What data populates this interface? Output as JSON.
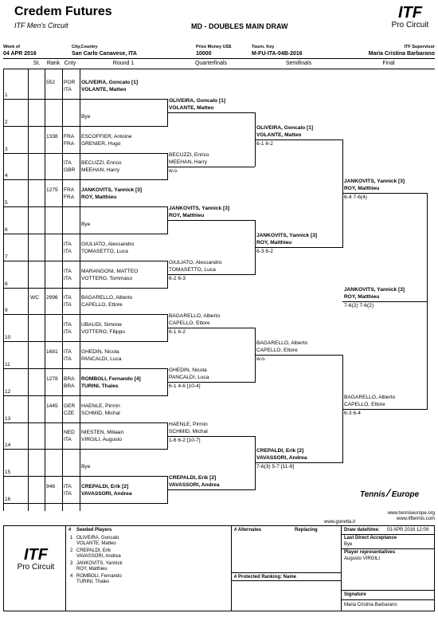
{
  "header": {
    "title": "Credem Futures",
    "subtitle": "ITF Men's Circuit",
    "draw_name": "MD - DOUBLES MAIN DRAW",
    "logo_itf": "ITF",
    "logo_pc": "Pro Circuit",
    "week_label": "Week of",
    "week": "04 APR 2016",
    "city_label": "City,Country",
    "city": "San Carlo Canavese, ITA",
    "prize_label": "Prize Money US$",
    "prize": "10000",
    "key_label": "Tourn. Key",
    "key": "M-FU-ITA-04B-2016",
    "sup_label": "ITF Supervisor",
    "sup": "Maria Cristina Barbarano"
  },
  "columns": {
    "st": "St.",
    "rank": "Rank",
    "cnty": "Cnty",
    "r1": "Round 1",
    "qf": "Quarterfinals",
    "sf": "Semifinals",
    "f": "Final"
  },
  "entries": [
    {
      "line": "1",
      "st": "",
      "rank": "552",
      "c1": "POR",
      "c2": "ITA",
      "p1": "OLIVEIRA, Goncalo [1]",
      "p2": "VOLANTE, Matteo",
      "bold": true
    },
    {
      "line": "2",
      "st": "",
      "rank": "",
      "c1": "",
      "c2": "",
      "p1": "",
      "p2": "Bye",
      "bold": false
    },
    {
      "line": "3",
      "st": "",
      "rank": "1338",
      "c1": "FRA",
      "c2": "FRA",
      "p1": "ESCOFFIER, Antoine",
      "p2": "GRENIER, Hugo",
      "bold": false
    },
    {
      "line": "4",
      "st": "",
      "rank": "",
      "c1": "ITA",
      "c2": "GBR",
      "p1": "BECUZZI, Enrico",
      "p2": "MEEHAN, Harry",
      "bold": false
    },
    {
      "line": "5",
      "st": "",
      "rank": "1275",
      "c1": "FRA",
      "c2": "FRA",
      "p1": "JANKOVITS, Yannick [3]",
      "p2": "ROY, Matthieu",
      "bold": true
    },
    {
      "line": "6",
      "st": "",
      "rank": "",
      "c1": "",
      "c2": "",
      "p1": "",
      "p2": "Bye",
      "bold": false
    },
    {
      "line": "7",
      "st": "",
      "rank": "",
      "c1": "ITA",
      "c2": "ITA",
      "p1": "GIULIATO, Alessandro",
      "p2": "TOMASETTO, Luca",
      "bold": false
    },
    {
      "line": "8",
      "st": "",
      "rank": "",
      "c1": "ITA",
      "c2": "ITA",
      "p1": "MARANGONI, MATTEO",
      "p2": "VOTTERO, Tommaso",
      "bold": false
    },
    {
      "line": "9",
      "st": "WC",
      "rank": "2996",
      "c1": "ITA",
      "c2": "ITA",
      "p1": "BAGARELLO, Alberto",
      "p2": "CAPELLO, Ettore",
      "bold": false
    },
    {
      "line": "10",
      "st": "",
      "rank": "",
      "c1": "ITA",
      "c2": "ITA",
      "p1": "UBAUDI, Simone",
      "p2": "VOTTERO, Filippo",
      "bold": false
    },
    {
      "line": "11",
      "st": "",
      "rank": "1681",
      "c1": "ITA",
      "c2": "ITA",
      "p1": "GHEDIN, Nicola",
      "p2": "PANCALDI, Luca",
      "bold": false
    },
    {
      "line": "12",
      "st": "",
      "rank": "1278",
      "c1": "BRA",
      "c2": "BRA",
      "p1": "ROMBOLI, Fernando [4]",
      "p2": "TURINI, Thales",
      "bold": true
    },
    {
      "line": "13",
      "st": "",
      "rank": "1445",
      "c1": "GER",
      "c2": "CZE",
      "p1": "HAENLE, Pirmin",
      "p2": "SCHMID, Michal",
      "bold": false
    },
    {
      "line": "14",
      "st": "",
      "rank": "",
      "c1": "NED",
      "c2": "ITA",
      "p1": "NIESTEN, Miliaan",
      "p2": "VIRGILI, Augusto",
      "bold": false
    },
    {
      "line": "15",
      "st": "",
      "rank": "",
      "c1": "",
      "c2": "",
      "p1": "",
      "p2": "Bye",
      "bold": false
    },
    {
      "line": "16",
      "st": "",
      "rank": "948",
      "c1": "ITA",
      "c2": "ITA",
      "p1": "CREPALDI, Erik [2]",
      "p2": "VAVASSORI, Andrea",
      "bold": true
    }
  ],
  "qf": [
    {
      "p1": "OLIVEIRA, Goncalo [1]",
      "p2": "VOLANTE, Matteo",
      "score": "",
      "bold": true
    },
    {
      "p1": "BECUZZI, Enrico",
      "p2": "MEEHAN, Harry",
      "score": "w.o.",
      "bold": false
    },
    {
      "p1": "JANKOVITS, Yannick [3]",
      "p2": "ROY, Matthieu",
      "score": "",
      "bold": true
    },
    {
      "p1": "GIULIATO, Alessandro",
      "p2": "TOMASETTO, Luca",
      "score": "6-2 6-3",
      "bold": false
    },
    {
      "p1": "BAGARELLO, Alberto",
      "p2": "CAPELLO, Ettore",
      "score": "6-1 6-2",
      "bold": false
    },
    {
      "p1": "GHEDIN, Nicola",
      "p2": "PANCALDI, Luca",
      "score": "6-1 4-6 [10-4]",
      "bold": false
    },
    {
      "p1": "HAENLE, Pirmin",
      "p2": "SCHMID, Michal",
      "score": "1-6 6-2 [10-7]",
      "bold": false
    },
    {
      "p1": "CREPALDI, Erik [2]",
      "p2": "VAVASSORI, Andrea",
      "score": "",
      "bold": true
    }
  ],
  "sf": [
    {
      "p1": "OLIVEIRA, Goncalo [1]",
      "p2": "VOLANTE, Matteo",
      "score": "6-1 6-2",
      "bold": true
    },
    {
      "p1": "JANKOVITS, Yannick [3]",
      "p2": "ROY, Matthieu",
      "score": "6-3 6-2",
      "bold": true
    },
    {
      "p1": "BAGARELLO, Alberto",
      "p2": "CAPELLO, Ettore",
      "score": "w.o.",
      "bold": false
    },
    {
      "p1": "CREPALDI, Erik [2]",
      "p2": "VAVASSORI, Andrea",
      "score": "7-6(3) 5-7 [11-9]",
      "bold": true
    }
  ],
  "final": [
    {
      "p1": "JANKOVITS, Yannick [3]",
      "p2": "ROY, Matthieu",
      "score": "6-4 7-6(4)",
      "bold": true
    },
    {
      "p1": "BAGARELLO, Alberto",
      "p2": "CAPELLO, Ettore",
      "score": "6-3 6-4",
      "bold": false
    }
  ],
  "winner": {
    "p1": "JANKOVITS, Yannick [3]",
    "p2": "ROY, Matthieu",
    "score": "7-6(2) 7-6(2)"
  },
  "sponsor": {
    "tennis": "Tennis",
    "europe": "Europe",
    "url1": "www.tenniseurope.org",
    "url2": "www.itftennis.com",
    "url3": "www.gonetta.it"
  },
  "footer": {
    "seeded_title": "Seeded Players",
    "seed_hash": "#",
    "seeds": [
      {
        "n": "1",
        "a": "OLIVEIRA, Goncalo",
        "b": "VOLANTE, Matteo"
      },
      {
        "n": "2",
        "a": "CREPALDI, Erik",
        "b": "VAVASSORI, Andrea"
      },
      {
        "n": "3",
        "a": "JANKOVITS, Yannick",
        "b": "ROY, Matthieu"
      },
      {
        "n": "4",
        "a": "ROMBOLI, Fernando",
        "b": "TURINI, Thales"
      }
    ],
    "alternates": "# Alternates",
    "replacing": "Replacing",
    "protected": "# Protected Ranking: Name",
    "draw_date_label": "Draw date/time:",
    "draw_date": "03 APR 2016 12:09",
    "lda_label": "Last Direct Acceptance",
    "lda": "Bye",
    "reps_label": "Player representatives",
    "reps": "Augusto VIRGILI",
    "sig_label": "Signature",
    "sig": "Maria Cristina Barbarano"
  }
}
